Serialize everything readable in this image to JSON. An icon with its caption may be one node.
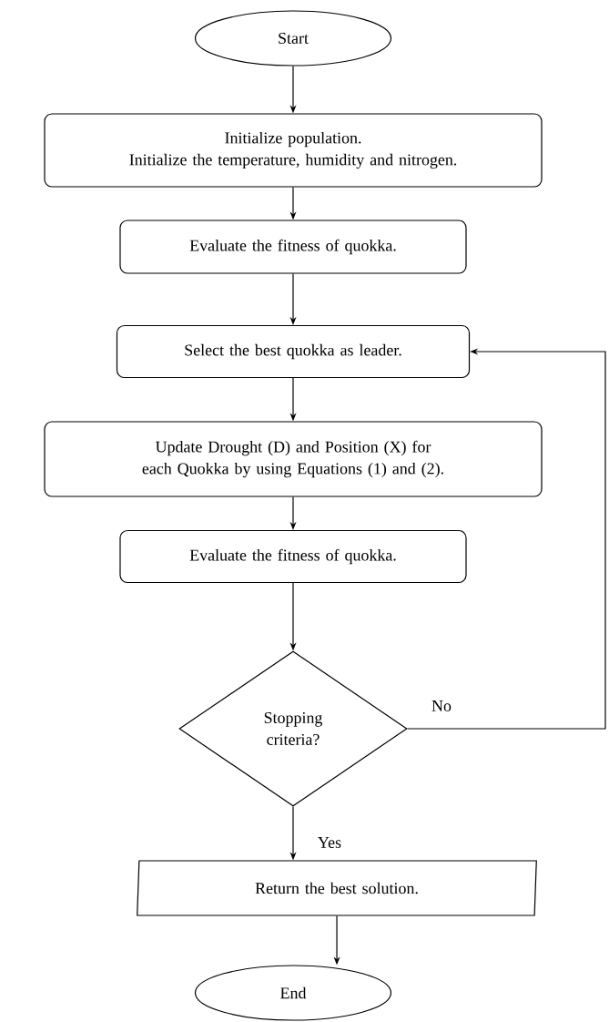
{
  "diagram": {
    "nodes": [
      {
        "text": [
          "Start"
        ]
      },
      {
        "text": [
          "Initialize population.",
          "Initialize the temperature, humidity and nitrogen."
        ]
      },
      {
        "text": [
          "Evaluate the fitness of quokka."
        ]
      },
      {
        "text": [
          "Select the best quokka as leader."
        ]
      },
      {
        "text": [
          "Update Drought (D) and Position (X) for each Quokka by using Equations (1) and (2)."
        ]
      },
      {
        "text": [
          "Evaluate the fitness of quokka."
        ]
      },
      {
        "text": [
          "Stopping criteria?"
        ]
      },
      {
        "text": [
          "Return the best solution."
        ]
      },
      {
        "text": [
          "End"
        ]
      }
    ],
    "edges": [
      {
        "from": 0,
        "to": 1,
        "arrow": "to"
      },
      {
        "from": 1,
        "to": 2,
        "arrow": "to"
      },
      {
        "from": 2,
        "to": 3,
        "arrow": "to"
      },
      {
        "from": 3,
        "to": 4,
        "arrow": "to"
      },
      {
        "from": 4,
        "to": 5,
        "arrow": "to"
      },
      {
        "from": 5,
        "to": 6,
        "arrow": "to"
      },
      {
        "from": 6,
        "to": 7,
        "label": "Yes",
        "arrow": "to"
      },
      {
        "from": 6,
        "to": 3,
        "label": "No",
        "arrow": "to"
      },
      {
        "from": 7,
        "to": 8,
        "arrow": "to"
      }
    ]
  }
}
